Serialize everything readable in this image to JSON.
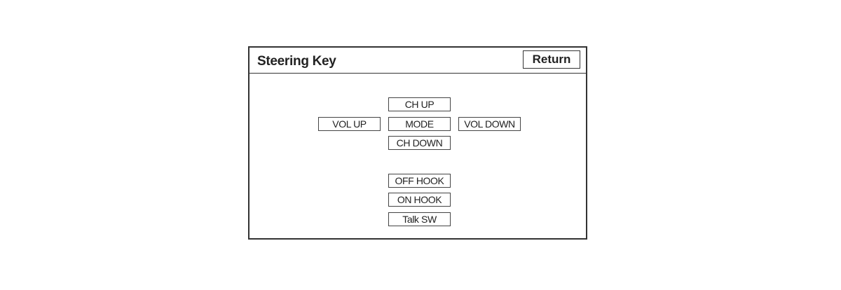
{
  "header": {
    "title": "Steering Key",
    "return_label": "Return"
  },
  "keys": {
    "ch_up": "CH UP",
    "vol_up": "VOL UP",
    "mode": "MODE",
    "vol_down": "VOL DOWN",
    "ch_down": "CH DOWN",
    "off_hook": "OFF HOOK",
    "on_hook": "ON HOOK",
    "talk_sw": "Talk SW"
  }
}
